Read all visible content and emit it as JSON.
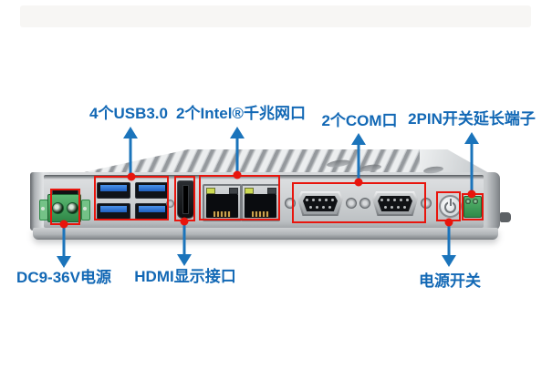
{
  "colors": {
    "label_blue": "#1268b5",
    "arrow_blue": "#1b74bb",
    "annotation_red": "#e8150d",
    "usb_port_blue": "#3a7fd5",
    "terminal_green": "#3fa45c"
  },
  "annotations": {
    "usb": {
      "label": "4个USB3.0"
    },
    "lan": {
      "label": "2个Intel®千兆网口"
    },
    "com": {
      "label": "2个COM口"
    },
    "pin2": {
      "label": "2PIN开关延长端子"
    },
    "dc": {
      "label": "DC9-36V电源"
    },
    "hdmi": {
      "label": "HDMI显示接口"
    },
    "power": {
      "label": "电源开关"
    }
  },
  "device": {
    "usb3_port_count": 4,
    "gigabit_lan_port_count": 2,
    "com_port_count": 2,
    "hdmi_port_count": 1,
    "dc_power_input": "DC9-36V",
    "switch_extension_terminal": "2PIN"
  }
}
